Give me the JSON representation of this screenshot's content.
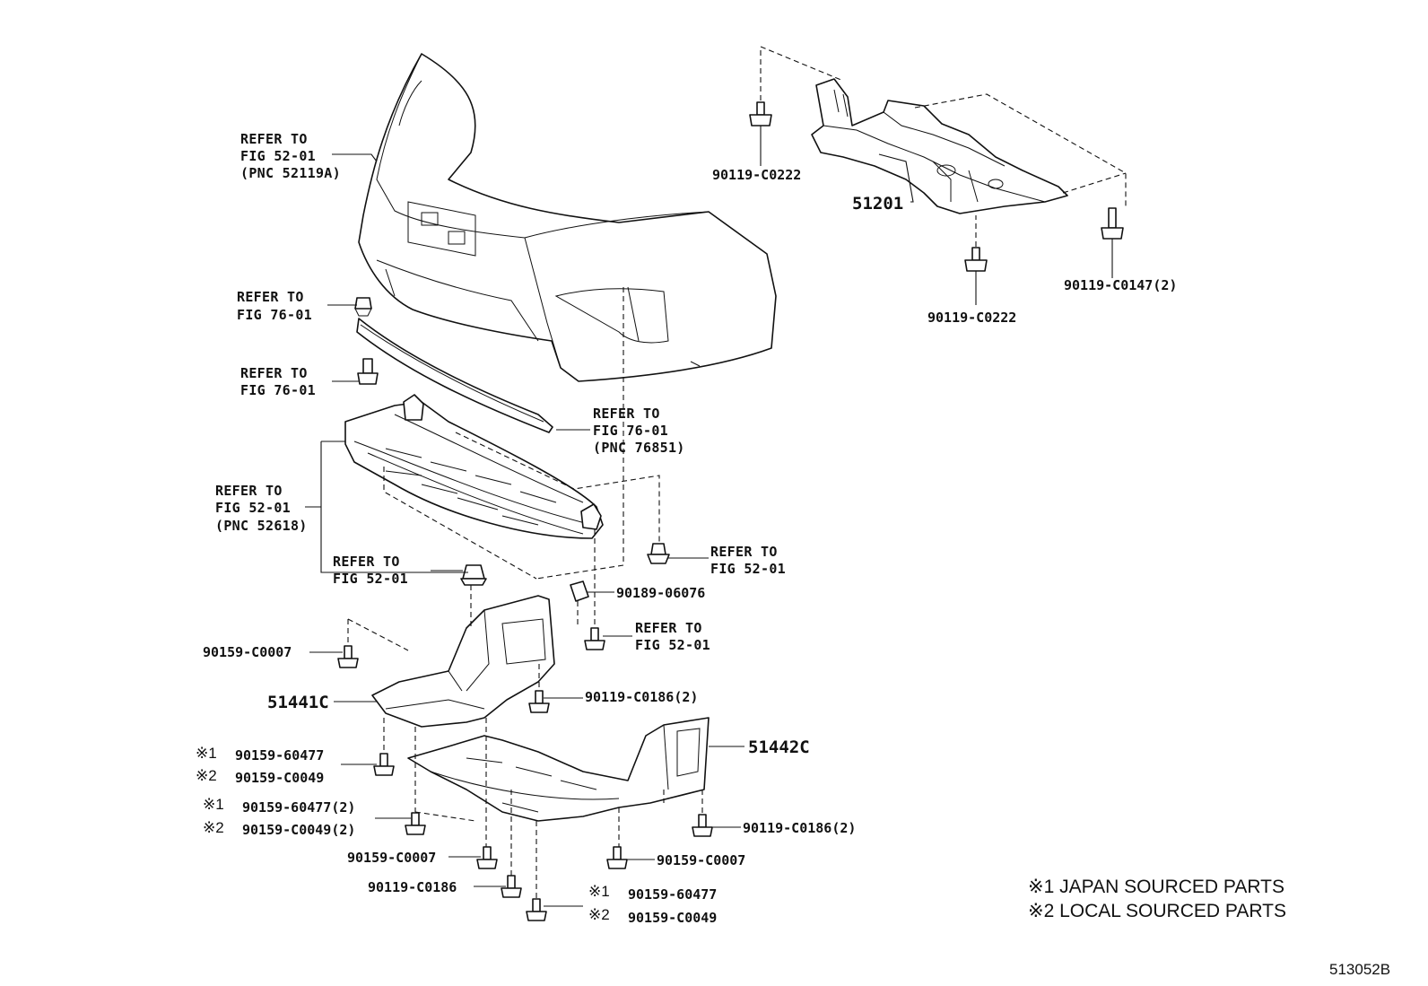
{
  "refs": {
    "bumper_cover": [
      "REFER TO",
      "FIG 52-01",
      "(PNC 52119A)"
    ],
    "fig76_clip": [
      "REFER TO",
      "FIG 76-01"
    ],
    "fig76_bolt": [
      "REFER TO",
      "FIG 76-01"
    ],
    "fig76_retainer": [
      "REFER TO",
      "FIG 76-01",
      "(PNC 76851)"
    ],
    "absorber": [
      "REFER TO",
      "FIG 52-01",
      "(PNC 52618)"
    ],
    "fig52_clip_left": [
      "REFER TO",
      "FIG 52-01"
    ],
    "fig52_clip_right": [
      "REFER TO",
      "FIG 52-01"
    ],
    "fig52_bolt": [
      "REFER TO",
      "FIG 52-01"
    ]
  },
  "parts": {
    "p51201": "51201",
    "p90119_C0222_top": "90119-C0222",
    "p90119_C0222_bottom": "90119-C0222",
    "p90119_C0147": "90119-C0147(2)",
    "p90189_06076": "90189-06076",
    "p90159_C0007_left": "90159-C0007",
    "p51441C": "51441C",
    "p90119_C0186_2_mid": "90119-C0186(2)",
    "p51442C": "51442C",
    "p90119_C0186_2_right": "90119-C0186(2)",
    "p90159_C0007_low1": "90159-C0007",
    "p90159_C0007_low2": "90159-C0007",
    "p90119_C0186": "90119-C0186",
    "mark1": "※1",
    "mark2": "※2",
    "pA1": "90159-60477",
    "pA2": "90159-C0049",
    "pB1": "90159-60477(2)",
    "pB2": "90159-C0049(2)",
    "pC1": "90159-60477",
    "pC2": "90159-C0049"
  },
  "legend": {
    "line1": "※1 JAPAN SOURCED PARTS",
    "line2": "※2 LOCAL SOURCED PARTS"
  },
  "figure_code": "513052B"
}
